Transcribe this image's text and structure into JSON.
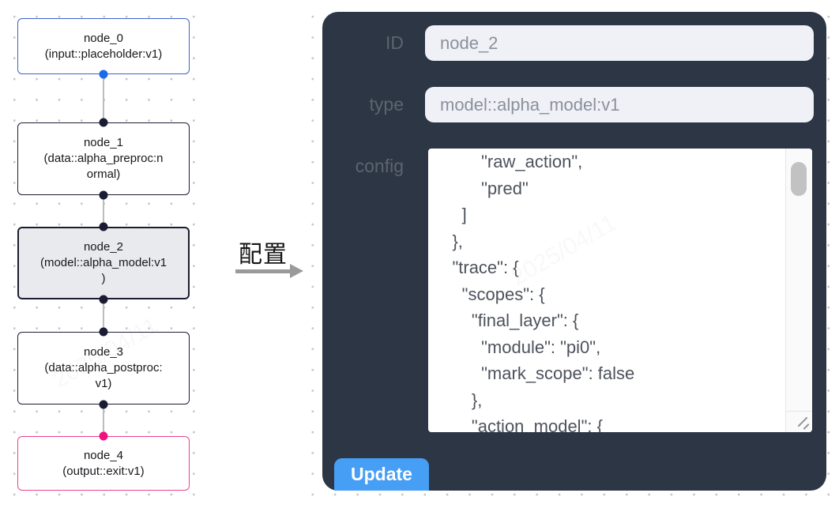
{
  "flowchart": {
    "selected_node": "node_2",
    "nodes": [
      {
        "title": "node_0",
        "subtitle": "(input::placeholder:v1)"
      },
      {
        "title": "node_1",
        "subtitle": "(data::alpha_preproc:n\normal)"
      },
      {
        "title": "node_2",
        "subtitle": "(model::alpha_model:v1\n)"
      },
      {
        "title": "node_3",
        "subtitle": "(data::alpha_postproc:\nv1)"
      },
      {
        "title": "node_4",
        "subtitle": "(output::exit:v1)"
      }
    ],
    "colors": {
      "input_node_border": "#3b63c8",
      "output_node_border": "#ee3f90",
      "default_node_border": "#1a1d32",
      "selected_node_bg": "#e9eaee",
      "edge": "#bdbdbd",
      "port_default": "#1a1d32",
      "port_input": "#1b6ce8",
      "port_output": "#f0137f"
    }
  },
  "transfer": {
    "label": "配置",
    "arrow_color": "#9a9a9a"
  },
  "config_panel": {
    "panel_bg": "#2d3644",
    "fields": [
      {
        "label": "ID",
        "value": "node_2"
      },
      {
        "label": "type",
        "value": "model::alpha_model:v1"
      }
    ],
    "config_field": {
      "label": "config",
      "text": "          \"raw_action\",\n          \"pred\"\n      ]\n    },\n    \"trace\": {\n      \"scopes\": {\n        \"final_layer\": {\n          \"module\": \"pi0\",\n          \"mark_scope\": false\n        },\n        \"action_model\": {"
    },
    "update_button": {
      "label": "Update",
      "bg": "#479ef5"
    }
  },
  "watermark": "2025/04/11"
}
